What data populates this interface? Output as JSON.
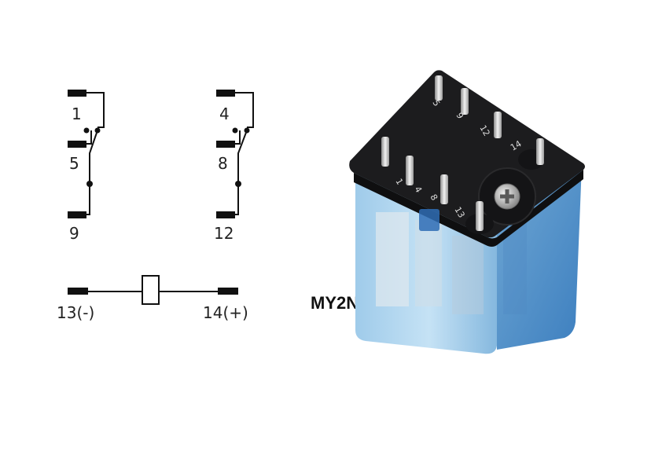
{
  "schematic": {
    "contact_group_a": {
      "common": "1",
      "nc": "5",
      "no": "9"
    },
    "contact_group_b": {
      "common": "4",
      "nc": "8",
      "no": "12"
    },
    "coil": {
      "negative": "13(-)",
      "positive": "14(+)"
    }
  },
  "product": {
    "model": "MY2NJ",
    "pin_markings": [
      "5",
      "9",
      "12",
      "14",
      "1",
      "4",
      "8",
      "13"
    ]
  },
  "colors": {
    "housing_black": "#1c1c1e",
    "case_blue": "#a9d3f0",
    "pin_metal": "#c9c9c9"
  },
  "icons": [
    "relay-photo-icon",
    "screw-icon"
  ]
}
